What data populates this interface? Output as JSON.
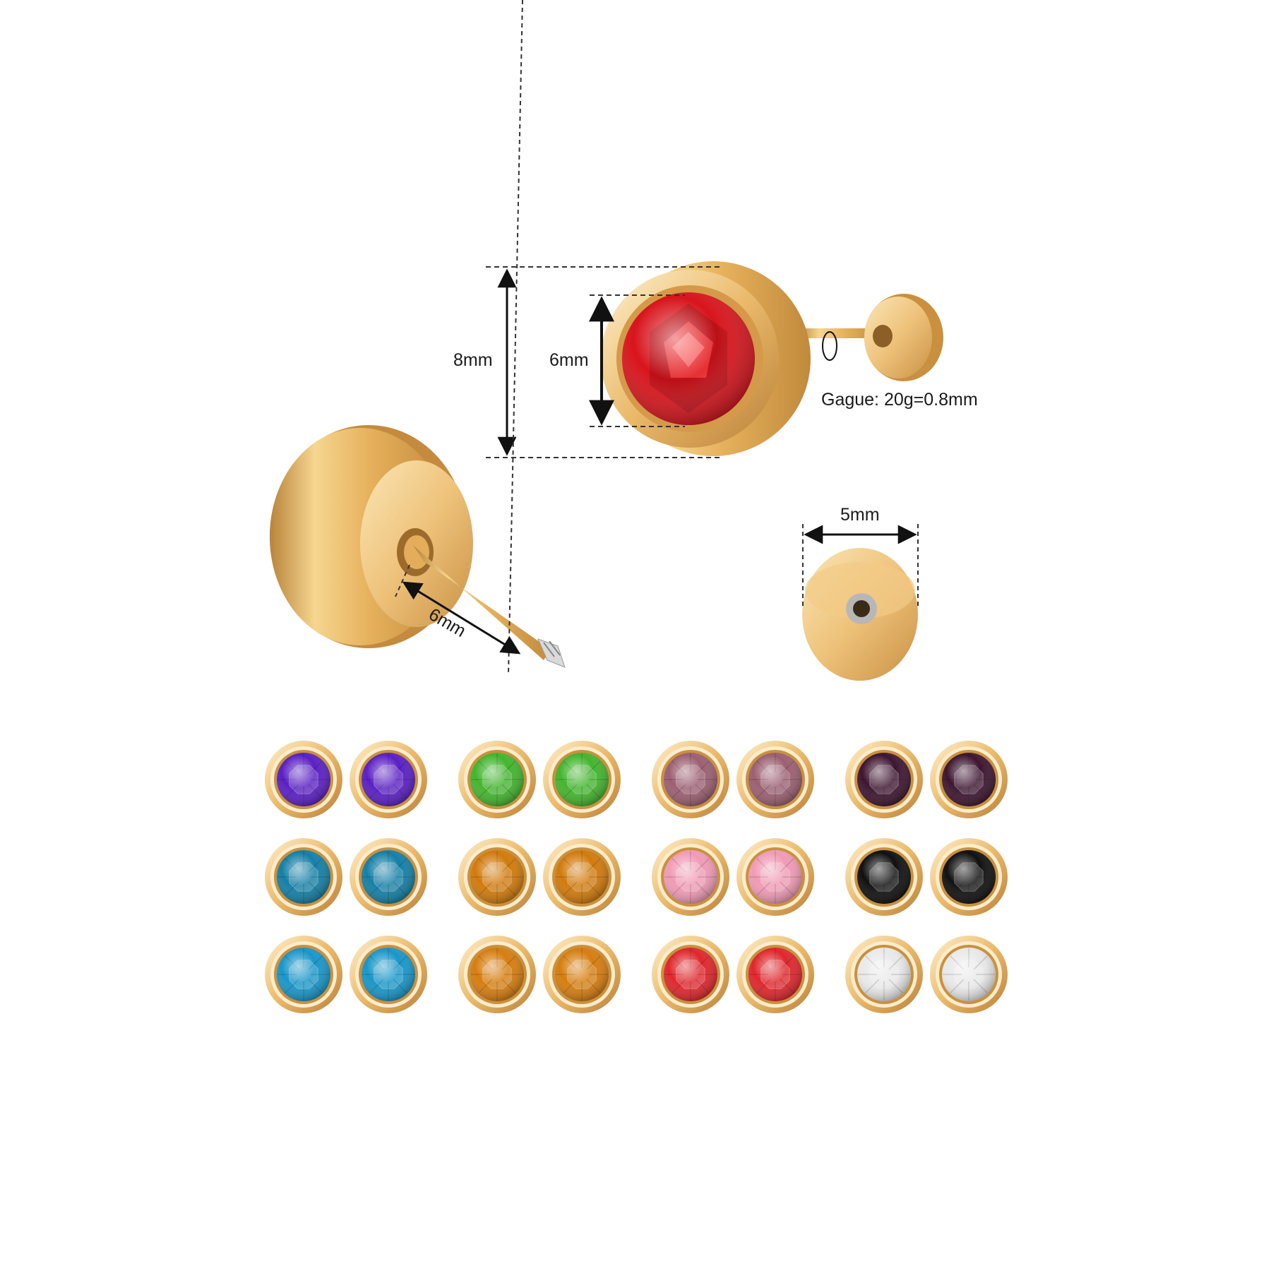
{
  "dimensions": {
    "outer_diameter": "8mm",
    "stone_diameter": "6mm",
    "gauge": "Gague: 20g=0.8mm",
    "back_diameter": "5mm",
    "post_length": "6mm"
  },
  "colors": {
    "gold_light": "#f7dca0",
    "gold_mid": "#e7b35e",
    "gold_dark": "#b9843a",
    "main_stone": "#d8141c"
  },
  "stone_grid": [
    [
      "#5a1fc4",
      "#43b52e",
      "#9b5f72",
      "#3d1530"
    ],
    [
      "#147fa6",
      "#d17a0b",
      "#f09bb6",
      "#101010"
    ],
    [
      "#1896c9",
      "#d67d0e",
      "#e0262c",
      "#e9e9e9"
    ]
  ]
}
